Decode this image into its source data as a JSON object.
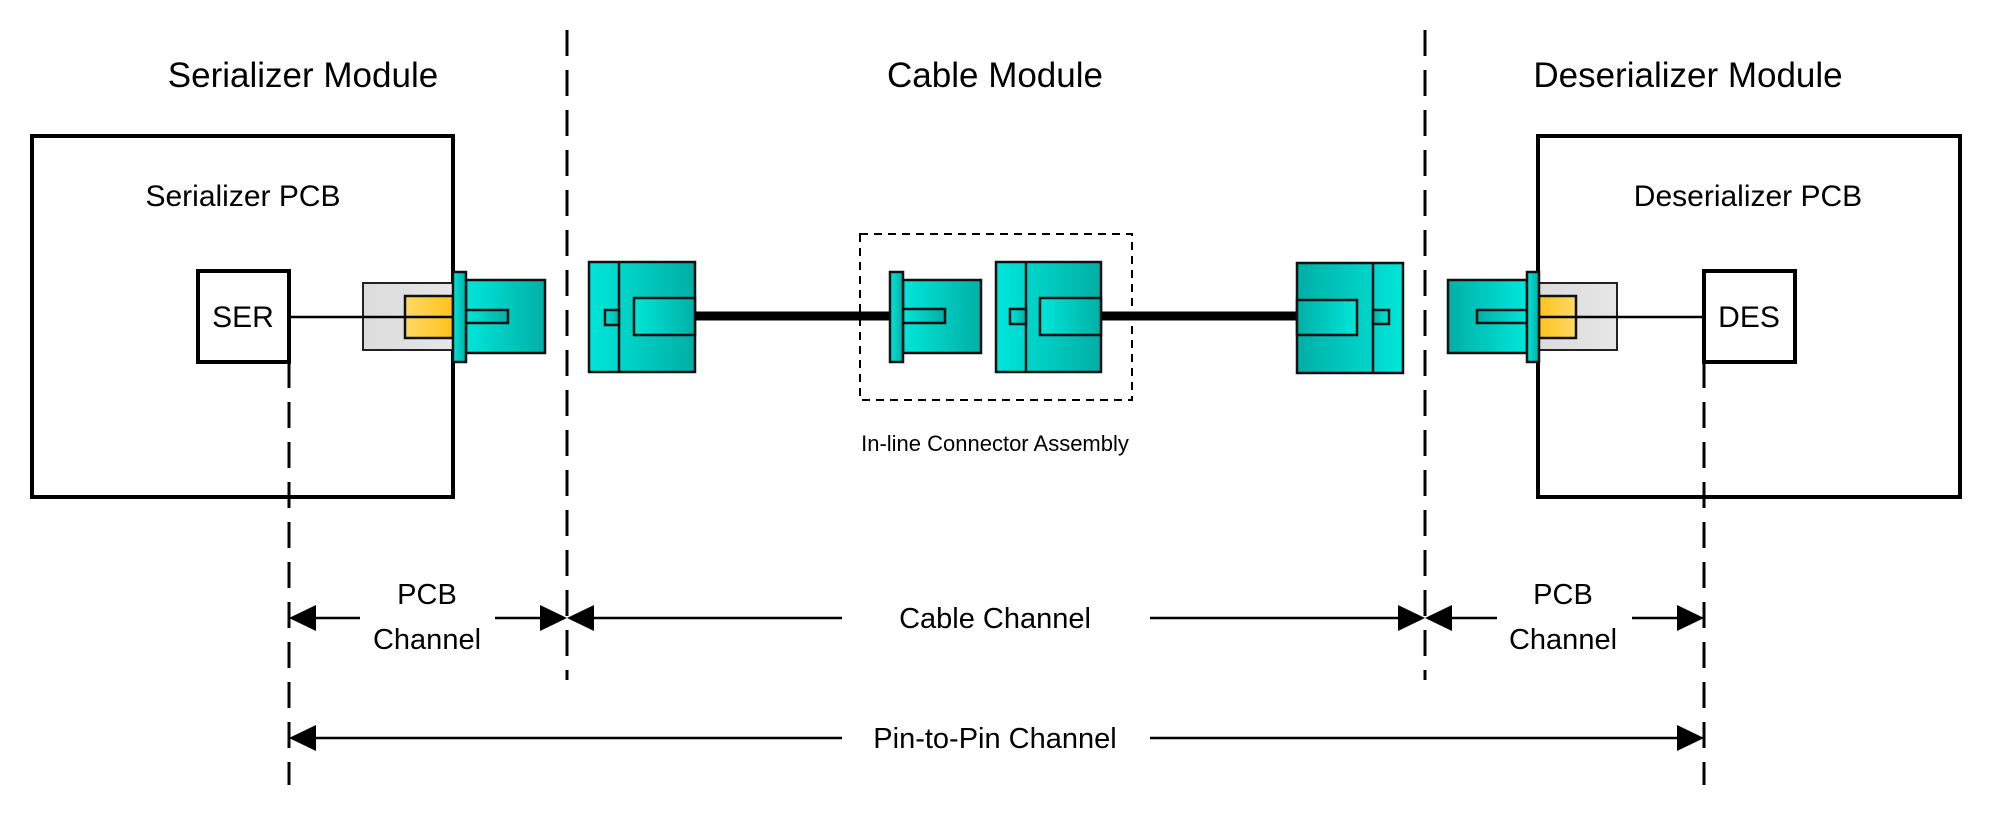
{
  "title": "Serializer to Deserializer channel diagram",
  "modules": {
    "serializer": "Serializer Module",
    "cable": "Cable Module",
    "deserializer": "Deserializer Module"
  },
  "pcbs": {
    "serializer": "Serializer PCB",
    "deserializer": "Deserializer PCB"
  },
  "chips": {
    "ser": "SER",
    "des": "DES"
  },
  "inline_connector_label": "In-line Connector Assembly",
  "channels": {
    "pcb_left": [
      "PCB",
      "Channel"
    ],
    "cable": "Cable Channel",
    "pcb_right": [
      "PCB",
      "Channel"
    ],
    "pin_to_pin": "Pin-to-Pin Channel"
  },
  "colors": {
    "teal_light": "#00E6DA",
    "teal_dark": "#00AFA5",
    "contact_yellow_light": "#FFD966",
    "contact_yellow_dark": "#FFC21A",
    "housing_grey": "#DCDCDC"
  }
}
